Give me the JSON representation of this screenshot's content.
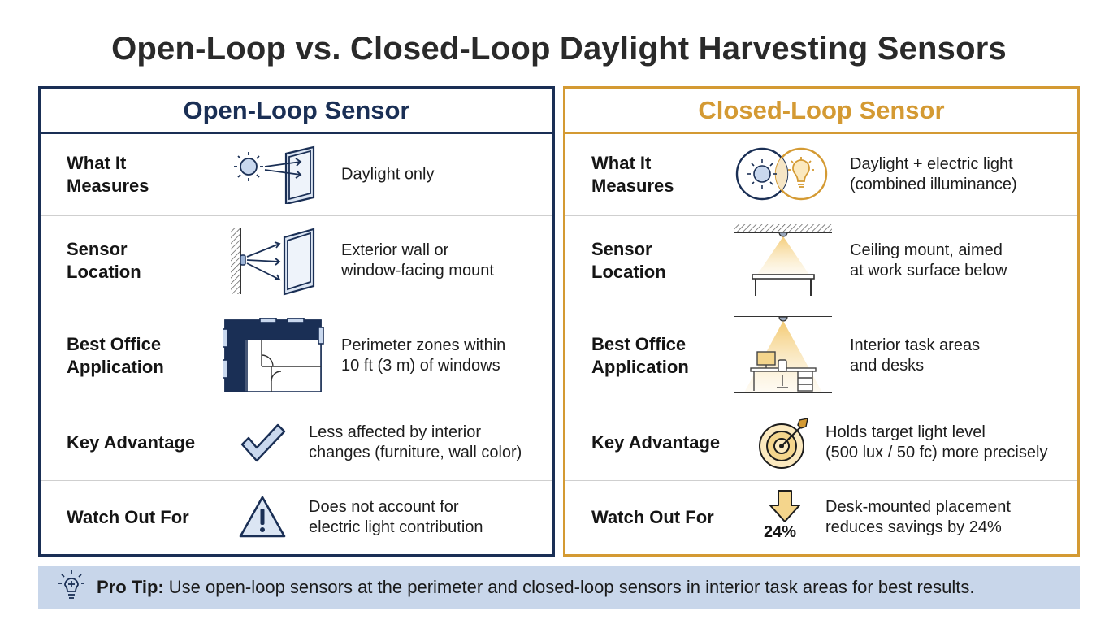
{
  "title": "Open-Loop vs. Closed-Loop Daylight Harvesting Sensors",
  "open_loop": {
    "heading": "Open-Loop Sensor",
    "rows": [
      {
        "label": "What It\nMeasures",
        "description": "Daylight only",
        "icon": "sun-window-icon"
      },
      {
        "label": "Sensor\nLocation",
        "description": "Exterior wall or\nwindow-facing mount",
        "icon": "wall-sensor-window-icon"
      },
      {
        "label": "Best Office\nApplication",
        "description": "Perimeter zones within\n10 ft (3 m) of windows",
        "icon": "floor-plan-icon"
      },
      {
        "label": "Key Advantage",
        "description": "Less affected by interior\nchanges (furniture, wall color)",
        "icon": "checkmark-icon"
      },
      {
        "label": "Watch Out For",
        "description": "Does not account for\nelectric light contribution",
        "icon": "warning-icon"
      }
    ]
  },
  "closed_loop": {
    "heading": "Closed-Loop Sensor",
    "rows": [
      {
        "label": "What It\nMeasures",
        "description": "Daylight + electric light\n(combined illuminance)",
        "icon": "sun-bulb-overlap-icon"
      },
      {
        "label": "Sensor\nLocation",
        "description": "Ceiling mount, aimed\nat work surface below",
        "icon": "ceiling-sensor-table-icon"
      },
      {
        "label": "Best Office\nApplication",
        "description": "Interior task areas\nand desks",
        "icon": "desk-workstation-icon"
      },
      {
        "label": "Key Advantage",
        "description": "Holds target light level\n(500 lux / 50 fc) more precisely",
        "icon": "target-icon"
      },
      {
        "label": "Watch Out For",
        "description": "Desk-mounted placement\nreduces savings by 24%",
        "icon": "down-arrow-icon",
        "icon_text": "24%"
      }
    ]
  },
  "pro_tip": {
    "label": "Pro Tip:",
    "text": "Use open-loop sensors at the perimeter and closed-loop sensors in interior task areas for best results.",
    "icon": "lightbulb-icon"
  },
  "colors": {
    "open_accent": "#1a2f55",
    "closed_accent": "#d49a33",
    "tip_background": "#c8d6ea"
  }
}
